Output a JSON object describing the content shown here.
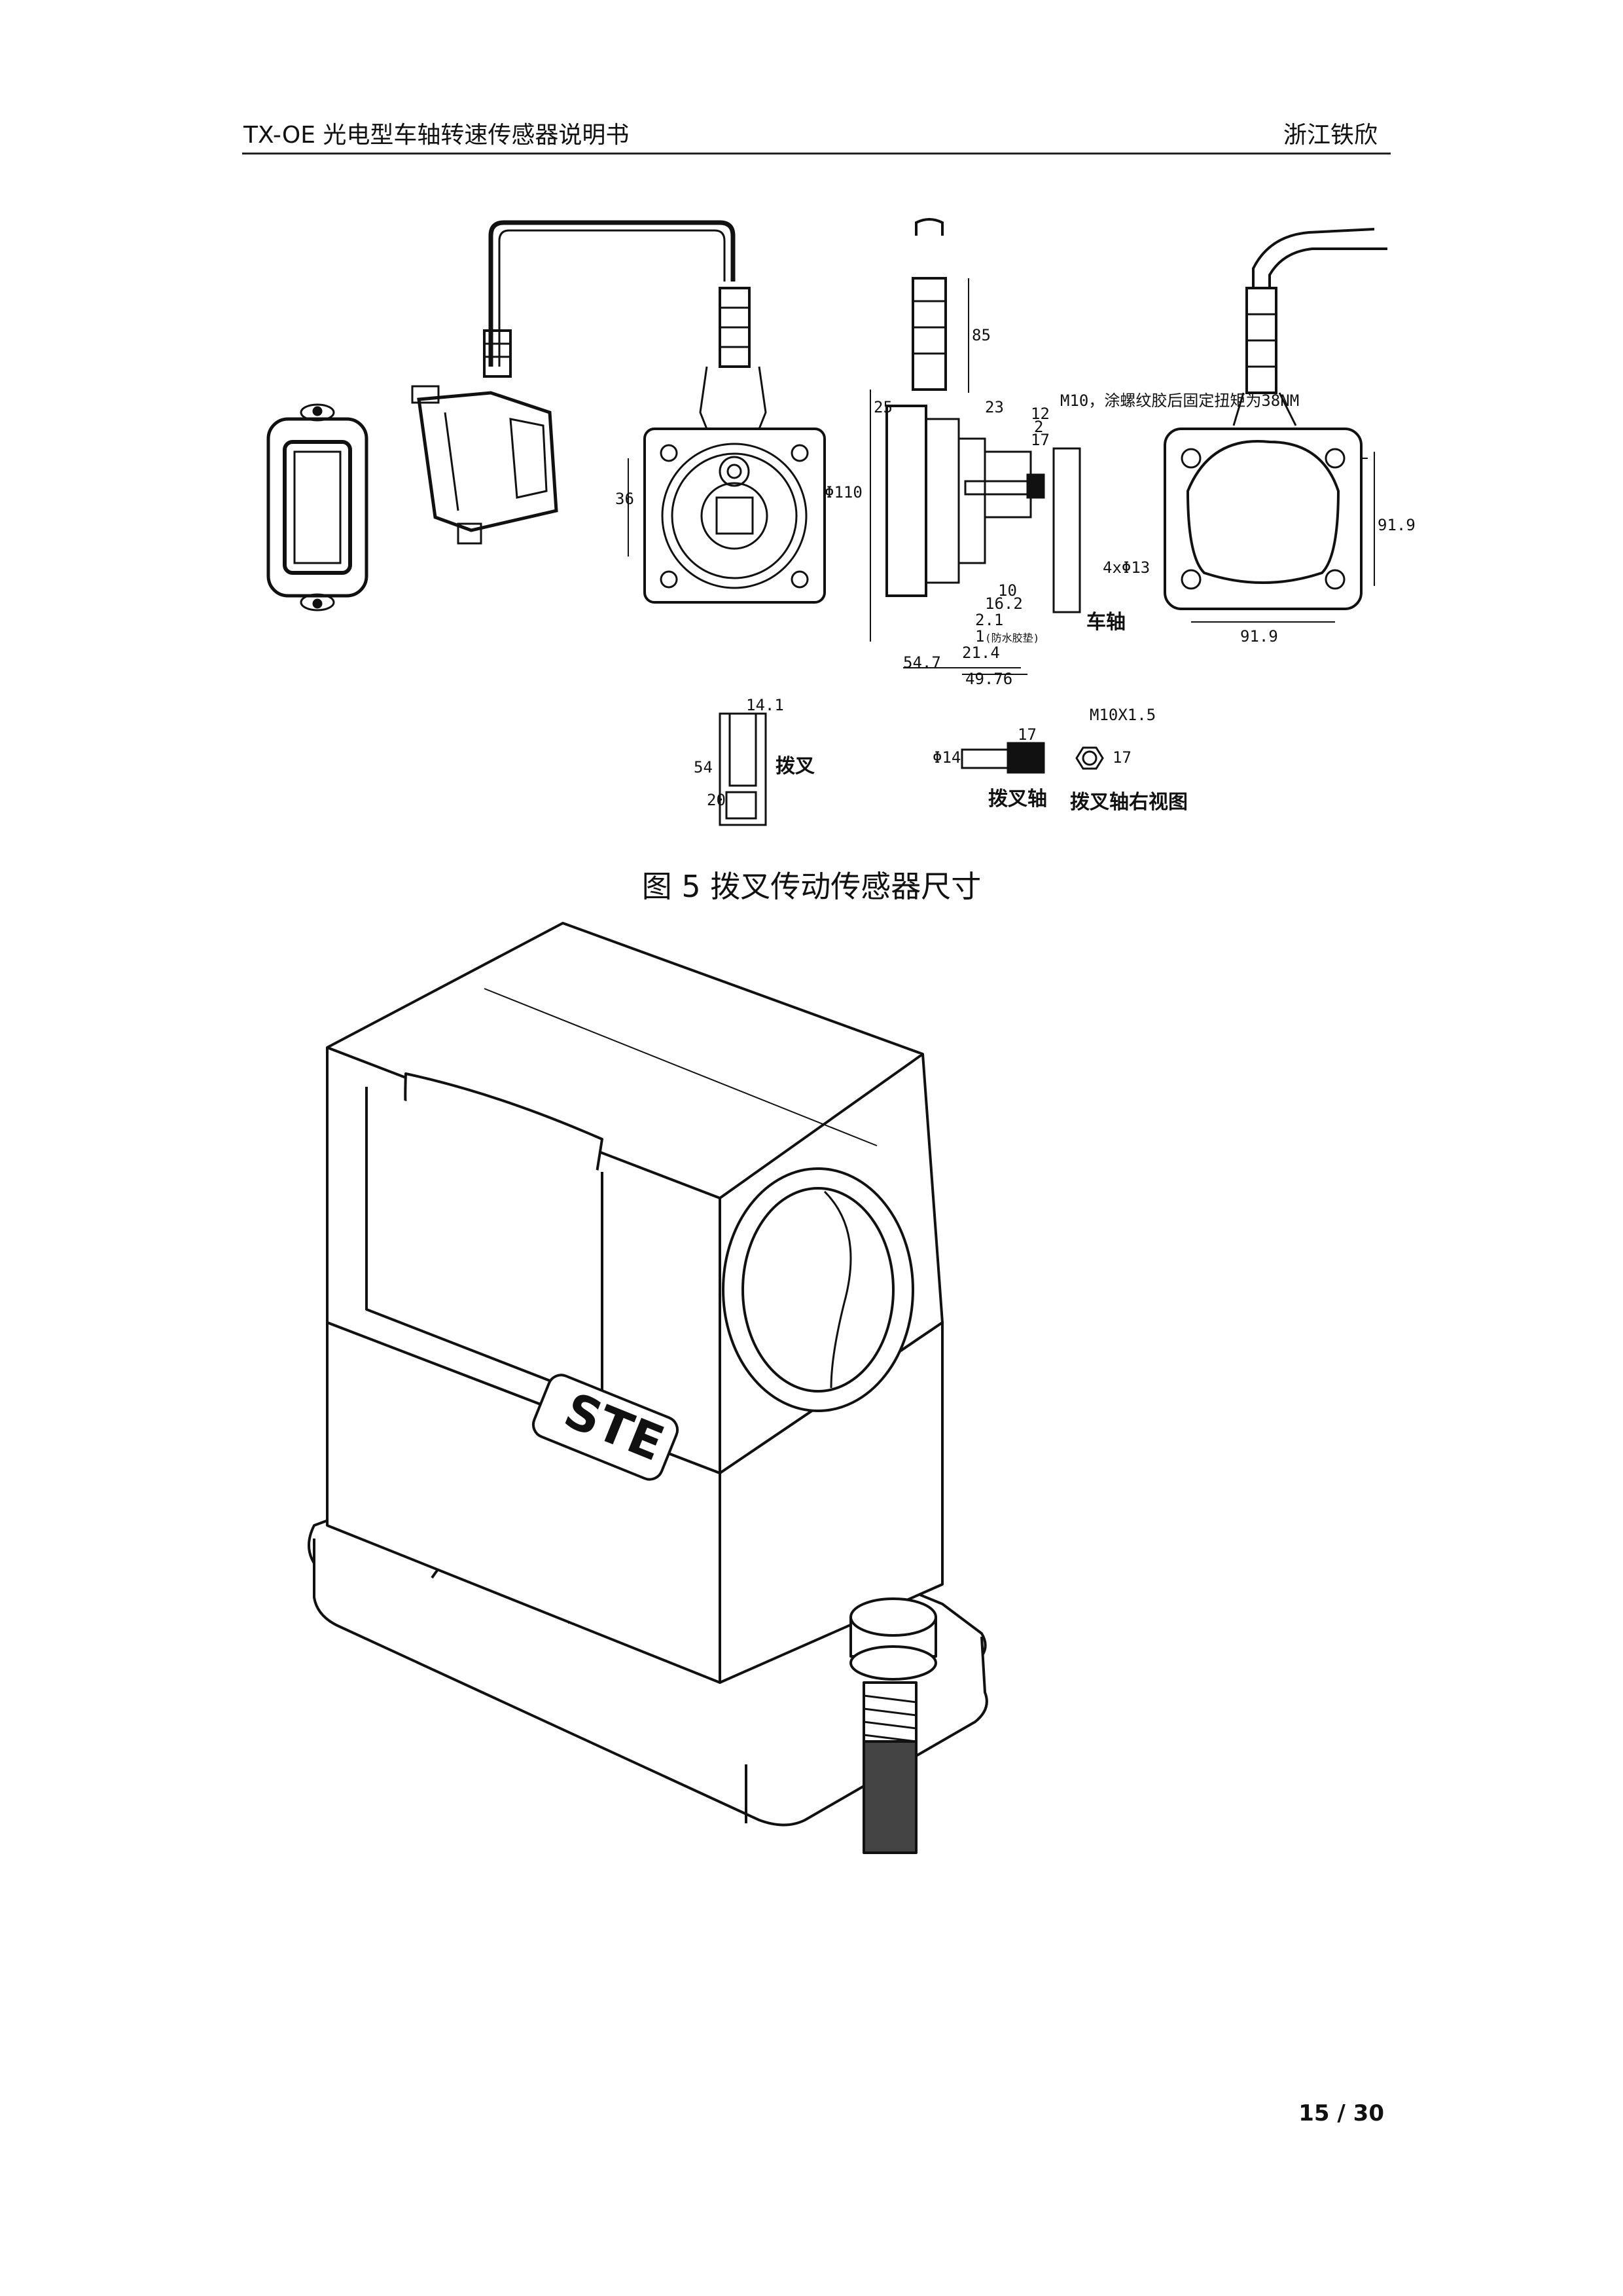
{
  "header": {
    "title": "TX-OE 光电型车轴转速传感器说明书",
    "company": "浙江铁欣"
  },
  "figure": {
    "caption": "图 5 拨叉传动传感器尺寸",
    "dimensions": {
      "d85": "85",
      "d25": "25",
      "d23": "23",
      "d12": "12",
      "d2": "2",
      "d17": "17",
      "m10_note": "M10，涂螺纹胶后固定扭矩为38NM",
      "d36": "36",
      "d110": "Φ110",
      "d91_9_v": "91.9",
      "d91_9_h": "91.9",
      "holes": "4xΦ13",
      "d10": "10",
      "d16_2": "16.2",
      "d2_1": "2.1",
      "d1": "1",
      "d1_note": "(防水胶垫)",
      "d21_4": "21.4",
      "d54_7": "54.7",
      "d49_76": "49.76",
      "fork_w": "14.1",
      "fork_h": "54",
      "fork_slot": "20",
      "shaft_d": "Φ14",
      "shaft_l": "17",
      "shaft_thread": "M10X1.5",
      "nut_d": "17"
    },
    "labels": {
      "axle": "车轴",
      "fork": "拨叉",
      "fork_shaft": "拨叉轴",
      "fork_shaft_right": "拨叉轴右视图"
    }
  },
  "logo": {
    "text": "STE"
  },
  "page": {
    "number": "15 / 30"
  }
}
